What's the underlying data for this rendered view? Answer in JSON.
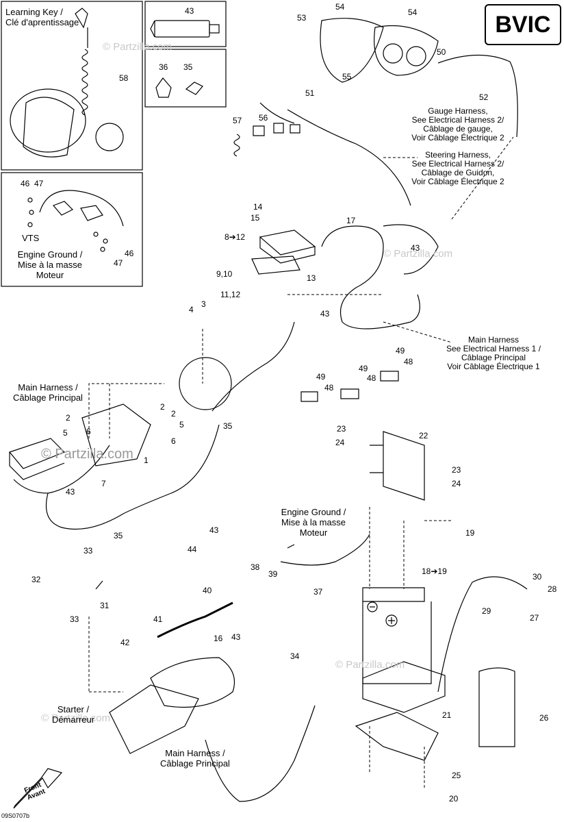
{
  "badge": "BVIC",
  "figure_id": "09S0707b",
  "watermark": "© Partzilla.com",
  "learning_key": {
    "line1": "Learning Key /",
    "line2": "Clé d'aprentissage"
  },
  "engine_ground_inset": {
    "vts": "VTS",
    "line1": "Engine Ground /",
    "line2": "Mise à la masse",
    "line3": "Moteur"
  },
  "gauge_harness": {
    "l1": "Gauge Harness,",
    "l2": "See Electrical Harness 2/",
    "l3": "Câblage de gauge,",
    "l4": "Voir Câblage Électrique 2"
  },
  "steering_harness": {
    "l1": "Steering Harness,",
    "l2": "See Electrical Harness 2/",
    "l3": "Câblage de Guidon,",
    "l4": "Voir Câblage Électrique 2"
  },
  "main_harness_right": {
    "l1": "Main Harness",
    "l2": "See Electrical Harness 1 /",
    "l3": "Câblage Principal",
    "l4": "Voir Câblage Électrique 1"
  },
  "main_harness_left": {
    "l1": "Main Harness /",
    "l2": "Câblage Principal"
  },
  "engine_ground_mid": {
    "l1": "Engine Ground /",
    "l2": "Mise à la masse",
    "l3": "Moteur"
  },
  "starter": {
    "l1": "Starter /",
    "l2": "Démarreur"
  },
  "main_harness_bottom": {
    "l1": "Main Harness /",
    "l2": "Câblage Principal"
  },
  "front": {
    "l1": "Front",
    "l2": "Avant"
  },
  "callouts": {
    "c58": "58",
    "c43a": "43",
    "c36": "36",
    "c35a": "35",
    "c53": "53",
    "c54a": "54",
    "c54b": "54",
    "c50": "50",
    "c55": "55",
    "c51": "51",
    "c52": "52",
    "c57": "57",
    "c56": "56",
    "c46a": "46",
    "c47a": "47",
    "c46b": "46",
    "c47b": "47",
    "c14": "14",
    "c15": "15",
    "c17": "17",
    "c8_12": "8➔12",
    "c9_10": "9,10",
    "c11_12": "11,12",
    "c13": "13",
    "c43b": "43",
    "c43c": "43",
    "c4": "4",
    "c3": "3",
    "c49a": "49",
    "c48a": "48",
    "c49b": "49",
    "c48b": "48",
    "c49c": "49",
    "c48c": "48",
    "c2a": "2",
    "c5a": "5",
    "c6a": "6",
    "c2b": "2",
    "c2c": "2",
    "c5b": "5",
    "c6b": "6",
    "c1": "1",
    "c7": "7",
    "c43d": "43",
    "c35b": "35",
    "c23a": "23",
    "c24a": "24",
    "c22": "22",
    "c23b": "23",
    "c24b": "24",
    "c35c": "35",
    "c43e": "43",
    "c44": "44",
    "c33a": "33",
    "c32": "32",
    "c31": "31",
    "c33b": "33",
    "c38": "38",
    "c39": "39",
    "c37": "37",
    "c19": "19",
    "c18_19": "18➔19",
    "c30": "30",
    "c28": "28",
    "c29": "29",
    "c27": "27",
    "c40": "40",
    "c41": "41",
    "c42": "42",
    "c16": "16",
    "c43f": "43",
    "c34": "34",
    "c21": "21",
    "c26": "26",
    "c25": "25",
    "c20": "20"
  }
}
